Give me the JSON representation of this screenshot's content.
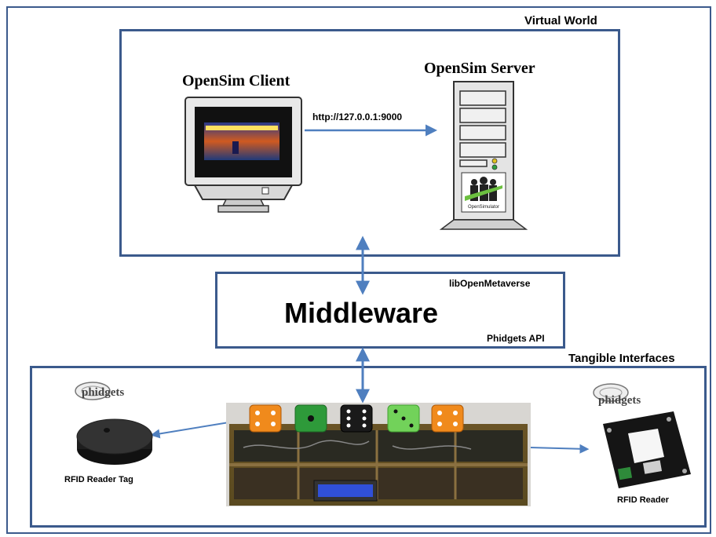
{
  "colors": {
    "frame": "#3b5a8c",
    "arrow": "#4f7fbf"
  },
  "virtual_world": {
    "title": "Virtual World",
    "client_label": "OpenSim Client",
    "server_label": "OpenSim Server",
    "connection_label": "http://127.0.0.1:9000",
    "server_logo_text": "OpenSimulator"
  },
  "middleware": {
    "title": "Middleware",
    "top_label": "libOpenMetaverse",
    "bottom_label": "Phidgets API"
  },
  "tangible": {
    "title": "Tangible Interfaces",
    "left_logo": "phidgets",
    "left_caption": "RFID Reader Tag",
    "right_logo": "phidgets",
    "right_caption": "RFID Reader",
    "dice_colors": [
      "#f08a1c",
      "#2e9a3a",
      "#1a1a1a",
      "#72d25a",
      "#f08a1c"
    ]
  }
}
